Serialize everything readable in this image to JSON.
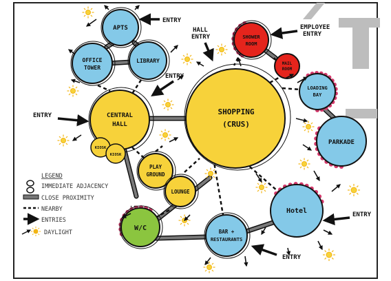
{
  "nodes": {
    "apts": {
      "label": "APTS",
      "color": "#84c9e8"
    },
    "library": {
      "label": "LIBRARY",
      "color": "#84c9e8"
    },
    "office": {
      "label1": "OFFICE",
      "label2": "TOWER",
      "color": "#84c9e8"
    },
    "central": {
      "label1": "CENTRAL",
      "label2": "HALL",
      "color": "#f7d23a"
    },
    "kiosk1": {
      "label": "KIOSK",
      "color": "#f7d23a"
    },
    "kiosk2": {
      "label": "KIOSK",
      "color": "#f7d23a"
    },
    "shopping": {
      "label1": "SHOPPING",
      "label2": "(CRUS)",
      "color": "#f7d23a"
    },
    "shower": {
      "label1": "SHOWER",
      "label2": "ROOM",
      "color": "#e5241c"
    },
    "mail": {
      "label1": "MAIL",
      "label2": "ROOM",
      "color": "#e5241c"
    },
    "loading": {
      "label1": "LOADING",
      "label2": "BAY",
      "color": "#84c9e8"
    },
    "parkade": {
      "label": "PARKADE",
      "color": "#84c9e8"
    },
    "play": {
      "label1": "PLAY",
      "label2": "GROUND",
      "color": "#f7d23a"
    },
    "lounge": {
      "label": "LOUNGE",
      "color": "#f7d23a"
    },
    "wc": {
      "label": "W/C",
      "color": "#8bc53f"
    },
    "bar": {
      "label1": "BAR +",
      "label2": "RESTAURANTS",
      "color": "#84c9e8"
    },
    "hotel": {
      "label": "Hotel",
      "color": "#84c9e8"
    }
  },
  "entries": {
    "apts": "ENTRY",
    "hall_1": "HALL",
    "hall_2": "ENTRY",
    "employee_1": "EMPLOYEE",
    "employee_2": "ENTRY",
    "center": "ENTRY",
    "left": "ENTRY",
    "right": "ENTRY",
    "bottom": "ENTRY"
  },
  "legend": {
    "title": "LEGEND",
    "items": [
      "IMMEDIATE ADJACENCY",
      "CLOSE PROXIMITY",
      "NEARBY",
      "ENTRIES",
      "DAYLIGHT"
    ]
  },
  "colors": {
    "blue": "#84c9e8",
    "yellow": "#f7d23a",
    "red": "#e5241c",
    "green": "#8bc53f",
    "pink": "#d43a6c",
    "sun": "#f2b514",
    "line": "#111111",
    "connector": "#555555"
  }
}
